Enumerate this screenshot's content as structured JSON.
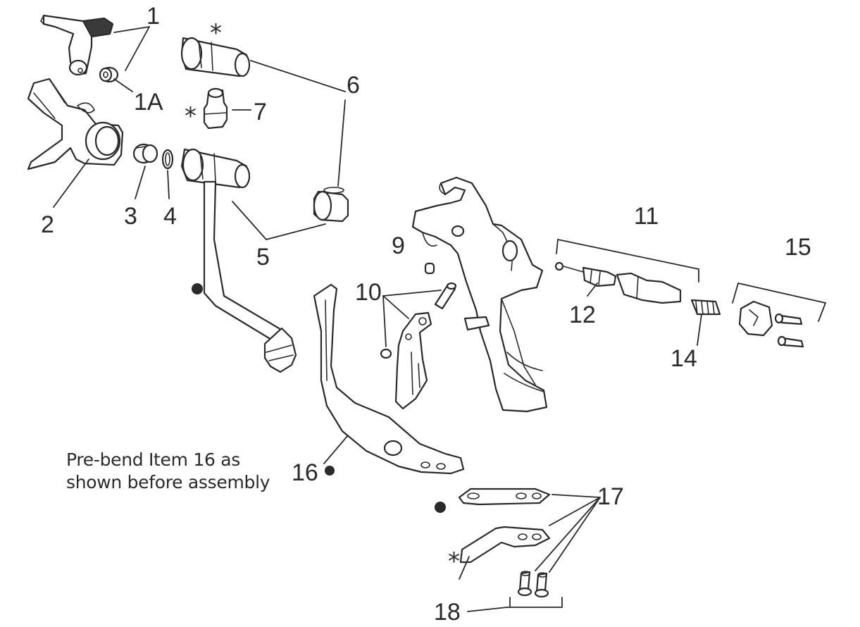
{
  "callouts": {
    "c1": "1",
    "c1a": "1A",
    "c2": "2",
    "c3": "3",
    "c4": "4",
    "c5": "5",
    "c6": "6",
    "c7": "7",
    "c9": "9",
    "c10": "10",
    "c11": "11",
    "c12": "12",
    "c14": "14",
    "c15": "15",
    "c16": "16",
    "c17": "17",
    "c18": "18"
  },
  "markers": {
    "star": "*"
  },
  "note": {
    "line1": "Pre-bend Item 16 as",
    "line2": "shown before assembly"
  },
  "colors": {
    "ink": "#2a2a2a",
    "background": "#ffffff"
  }
}
